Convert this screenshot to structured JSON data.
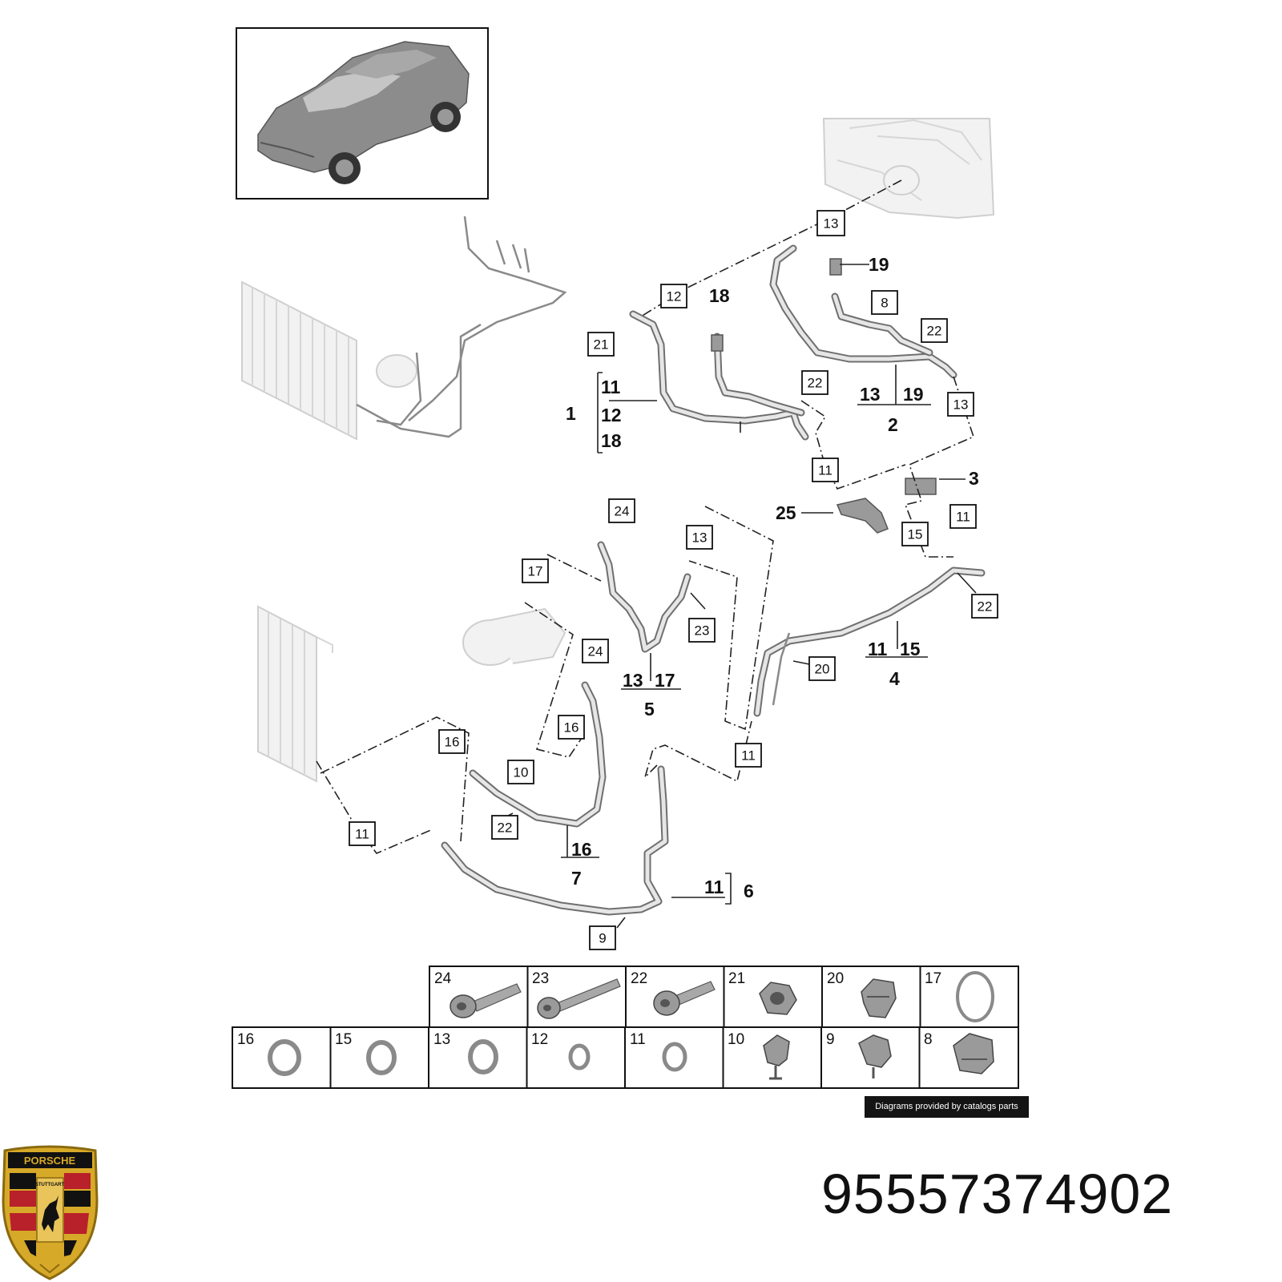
{
  "callouts": {
    "b13a": "13",
    "b12a": "12",
    "b21": "21",
    "b8a": "8",
    "b22a": "22",
    "b22b": "22",
    "b13b": "13",
    "b11a": "11",
    "b24a": "24",
    "b13c": "13",
    "b17": "17",
    "b23": "23",
    "b15": "15",
    "b11b": "11",
    "b22c": "22",
    "b20": "20",
    "b24b": "24",
    "b16a": "16",
    "b16b": "16",
    "b10": "10",
    "b22d": "22",
    "b11c": "11",
    "b11d": "11",
    "b9": "9"
  },
  "labels": {
    "l19": "19",
    "l18": "18",
    "a1_11": "11",
    "a1_12": "12",
    "a1_18": "18",
    "a1": "1",
    "a2_13": "13",
    "a2_19": "19",
    "a2": "2",
    "a3": "3",
    "a25": "25",
    "a4_11": "11",
    "a4_15": "15",
    "a4": "4",
    "a5_13": "13",
    "a5_17": "17",
    "a5": "5",
    "a7_16": "16",
    "a7": "7",
    "a6_11": "11",
    "a6": "6"
  },
  "parts_table": {
    "row1": [
      "24",
      "23",
      "22",
      "21",
      "20",
      "17"
    ],
    "row2": [
      "16",
      "15",
      "13",
      "12",
      "11",
      "10",
      "9",
      "8"
    ]
  },
  "credit": "Diagrams provided by catalogs parts",
  "part_number": "95557374902",
  "logo": {
    "text_top": "PORSCHE",
    "text_city": "STUTTGART",
    "colors": {
      "gold": "#d7a928",
      "red": "#b8202a",
      "black": "#111111"
    }
  }
}
